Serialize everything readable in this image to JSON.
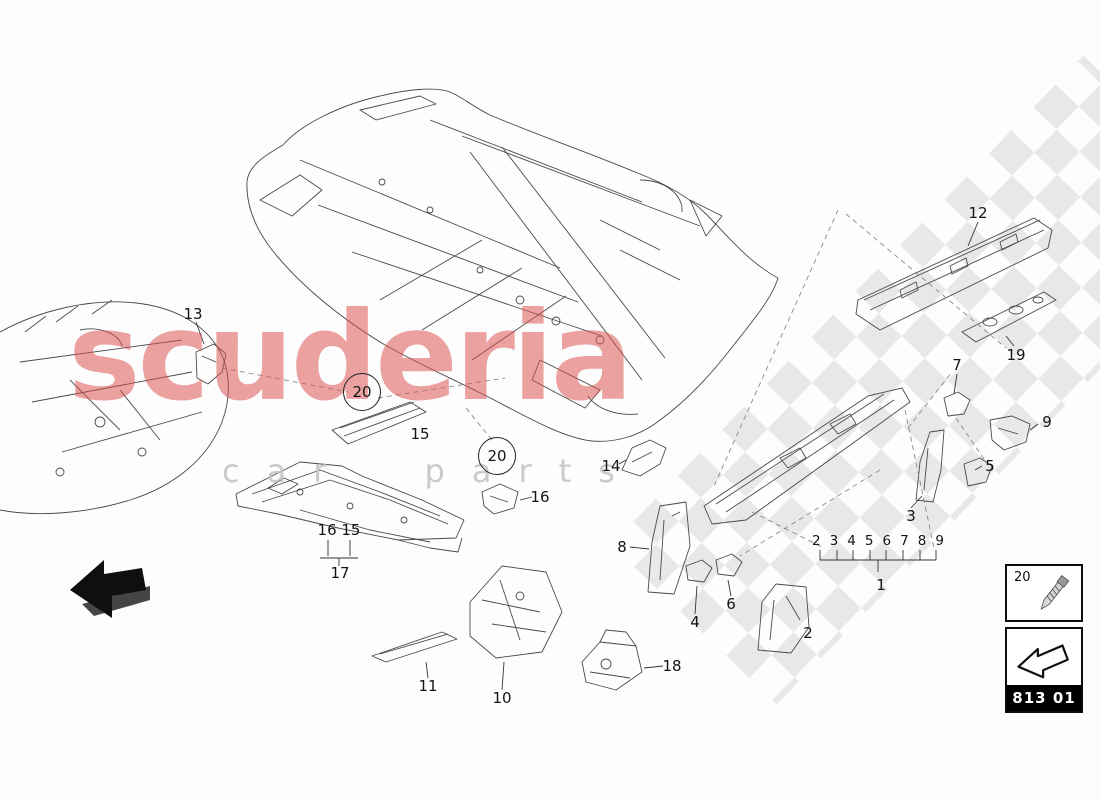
{
  "watermark": {
    "brand": "scuderia",
    "subtitle": "car parts"
  },
  "callouts": [
    {
      "label": "13"
    },
    {
      "label": "20"
    },
    {
      "label": "15"
    },
    {
      "label": "20"
    },
    {
      "label": "16"
    },
    {
      "label": "14"
    },
    {
      "label": "12"
    },
    {
      "label": "19"
    },
    {
      "label": "7"
    },
    {
      "label": "9"
    },
    {
      "label": "5"
    },
    {
      "label": "3"
    },
    {
      "label": "8"
    },
    {
      "label": "6"
    },
    {
      "label": "4"
    },
    {
      "label": "2"
    },
    {
      "label": "1"
    },
    {
      "label": "16 15"
    },
    {
      "label": "17"
    },
    {
      "label": "11"
    },
    {
      "label": "10"
    },
    {
      "label": "18"
    }
  ],
  "scale_row": {
    "numbers": [
      "2",
      "3",
      "4",
      "5",
      "6",
      "7",
      "8",
      "9"
    ]
  },
  "legend": {
    "fastener_number": "20",
    "diagram_code": "813 01"
  },
  "colors": {
    "watermark_red": "#dd4f4f",
    "line": "#4a4a4a"
  }
}
